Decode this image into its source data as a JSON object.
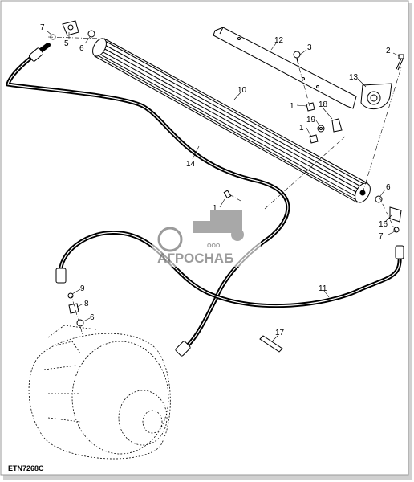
{
  "diagram": {
    "callouts": [
      {
        "id": "c7a",
        "label": "7"
      },
      {
        "id": "c5",
        "label": "5"
      },
      {
        "id": "c6a",
        "label": "6"
      },
      {
        "id": "c12",
        "label": "12"
      },
      {
        "id": "c3",
        "label": "3"
      },
      {
        "id": "c2",
        "label": "2"
      },
      {
        "id": "c13",
        "label": "13"
      },
      {
        "id": "c10",
        "label": "10"
      },
      {
        "id": "c1a",
        "label": "1"
      },
      {
        "id": "c18",
        "label": "18"
      },
      {
        "id": "c19",
        "label": "19"
      },
      {
        "id": "c1b",
        "label": "1"
      },
      {
        "id": "c14",
        "label": "14"
      },
      {
        "id": "c6b",
        "label": "6"
      },
      {
        "id": "c1c",
        "label": "1"
      },
      {
        "id": "c16",
        "label": "16"
      },
      {
        "id": "c7b",
        "label": "7"
      },
      {
        "id": "c9",
        "label": "9"
      },
      {
        "id": "c8",
        "label": "8"
      },
      {
        "id": "c6c",
        "label": "6"
      },
      {
        "id": "c11",
        "label": "11"
      },
      {
        "id": "c17",
        "label": "17"
      }
    ],
    "figure_code": "ETN7268C"
  },
  "watermark": {
    "company_prefix": "ООО",
    "company_name": "АГРОСНАБ"
  },
  "colors": {
    "line": "#000000",
    "background": "#ffffff",
    "watermark": "#8a8a8a",
    "border": "#9a9a9a"
  }
}
